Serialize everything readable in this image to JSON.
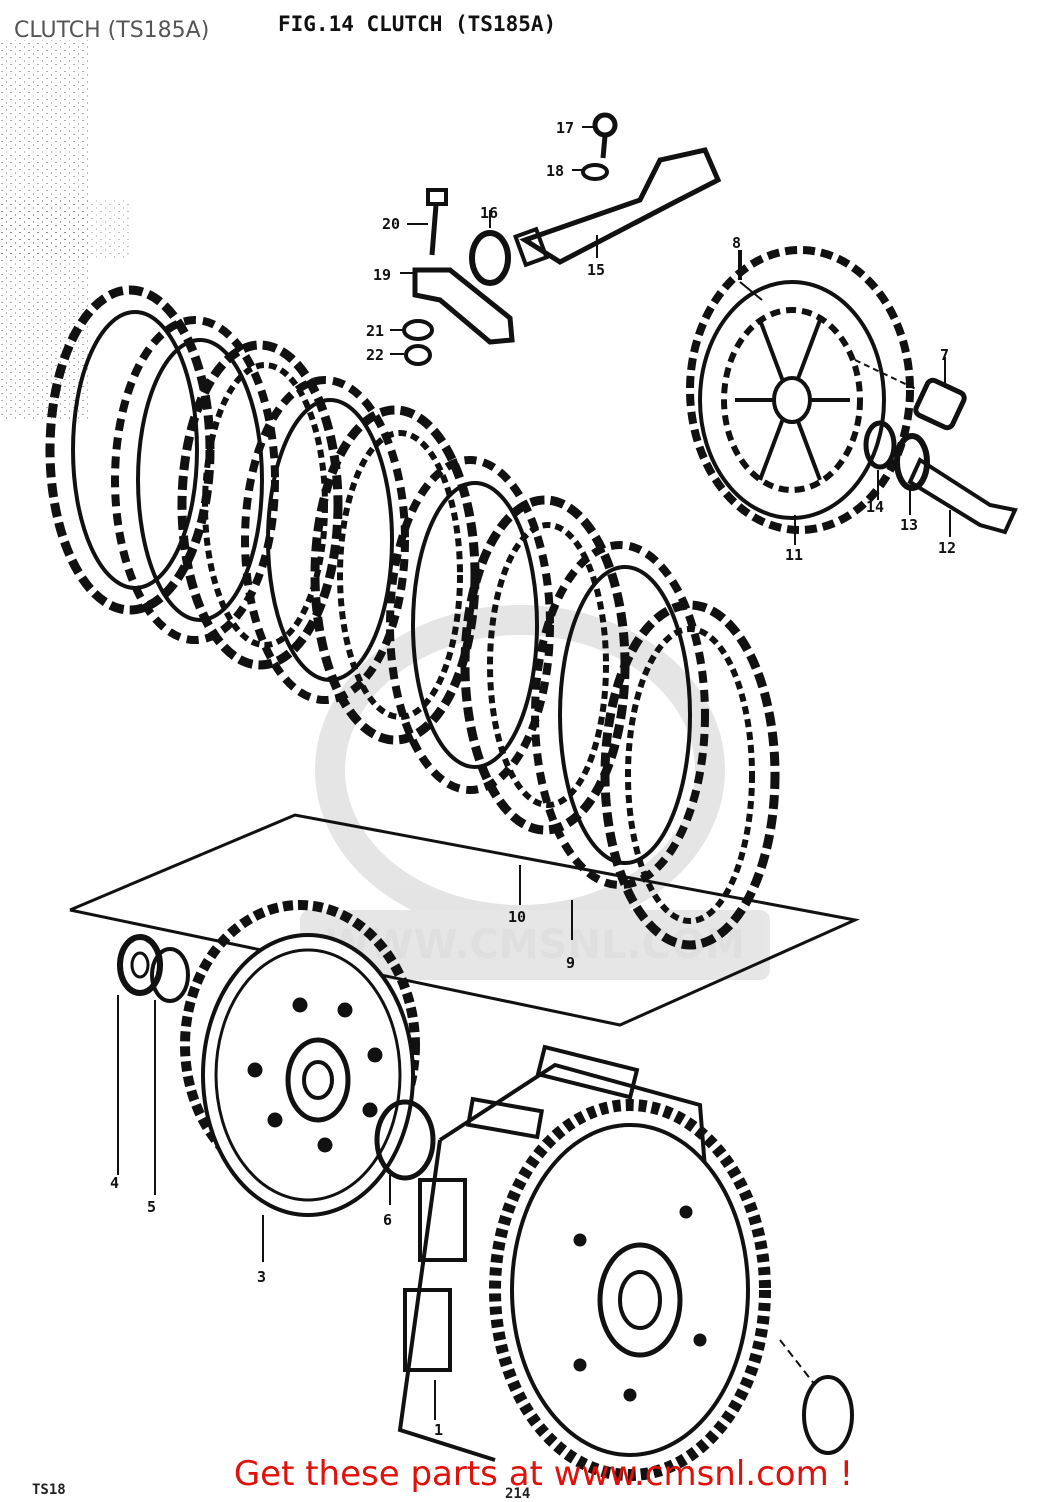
{
  "page_title": "CLUTCH (TS185A)",
  "figure_title": "FIG.14  CLUTCH (TS185A)",
  "watermark": "WWW.CMSNL.COM",
  "footer_text": "Get these parts at www.cmsnl.com !",
  "corner_codes": {
    "left": "TS18",
    "middle": "214"
  },
  "colors": {
    "footer": "#e0100a",
    "line_art": "#111111",
    "watermark": "#dcdcdc"
  },
  "part_labels": {
    "p1": "1",
    "p3": "3",
    "p4": "4",
    "p5": "5",
    "p6": "6",
    "p7": "7",
    "p8": "8",
    "p9": "9",
    "p10": "10",
    "p11": "11",
    "p12": "12",
    "p13": "13",
    "p14": "14",
    "p15": "15",
    "p16": "16",
    "p17": "17",
    "p18": "18",
    "p19": "19",
    "p20": "20",
    "p21": "21",
    "p22": "22"
  }
}
